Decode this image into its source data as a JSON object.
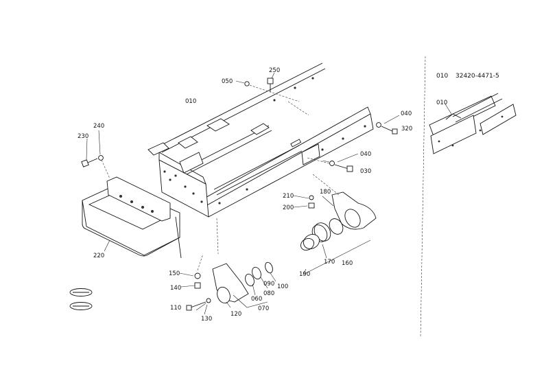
{
  "header": {
    "ref": "010",
    "part_number": "32420-4471-5"
  },
  "callouts": {
    "c250": "250",
    "c050": "050",
    "c010": "010",
    "c040a": "040",
    "c320": "320",
    "c040b": "040",
    "c030": "030",
    "c240": "240",
    "c230": "230",
    "c210": "210",
    "c200": "200",
    "c180": "180",
    "c190": "190",
    "c170": "170",
    "c160": "160",
    "c220": "220",
    "c150": "150",
    "c140": "140",
    "c110": "110",
    "c130": "130",
    "c120": "120",
    "c060": "060",
    "c080": "080",
    "c090": "090",
    "c100": "100",
    "c070": "070",
    "inset010": "010"
  }
}
